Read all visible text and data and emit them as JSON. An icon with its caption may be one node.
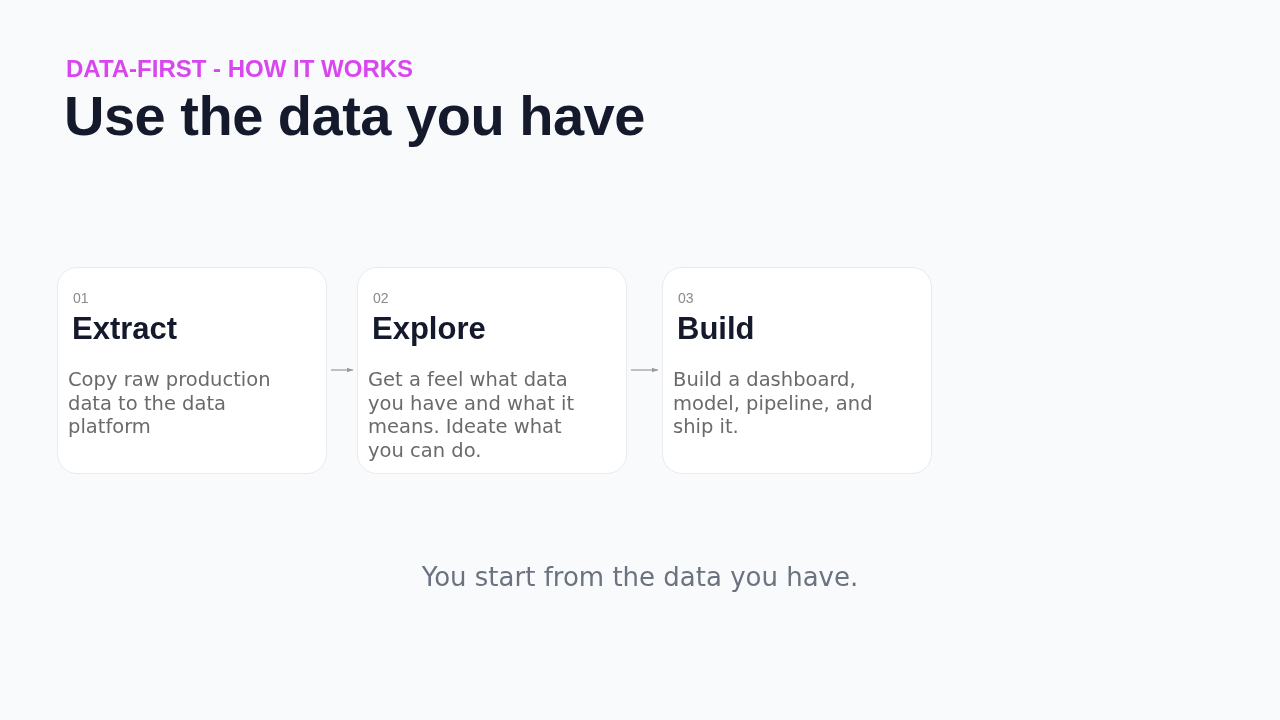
{
  "diagram": {
    "title": "Use the data you have",
    "caption": "You start from the data you have.",
    "labels": [
      "DATA-FIRST - HOW IT WORKS"
    ],
    "nodes": [
      {
        "text": [
          "01",
          "Extract",
          "Copy raw production data to the data platform"
        ]
      },
      {
        "text": [
          "02",
          "Explore",
          "Get a feel what data you have and what it means. Ideate what you can do."
        ]
      },
      {
        "text": [
          "03",
          "Build",
          "Build a dashboard, model, pipeline, and ship it."
        ]
      }
    ],
    "edges": [
      {
        "from": 0,
        "to": 1,
        "arrow": "to"
      },
      {
        "from": 1,
        "to": 2,
        "arrow": "to"
      }
    ]
  }
}
